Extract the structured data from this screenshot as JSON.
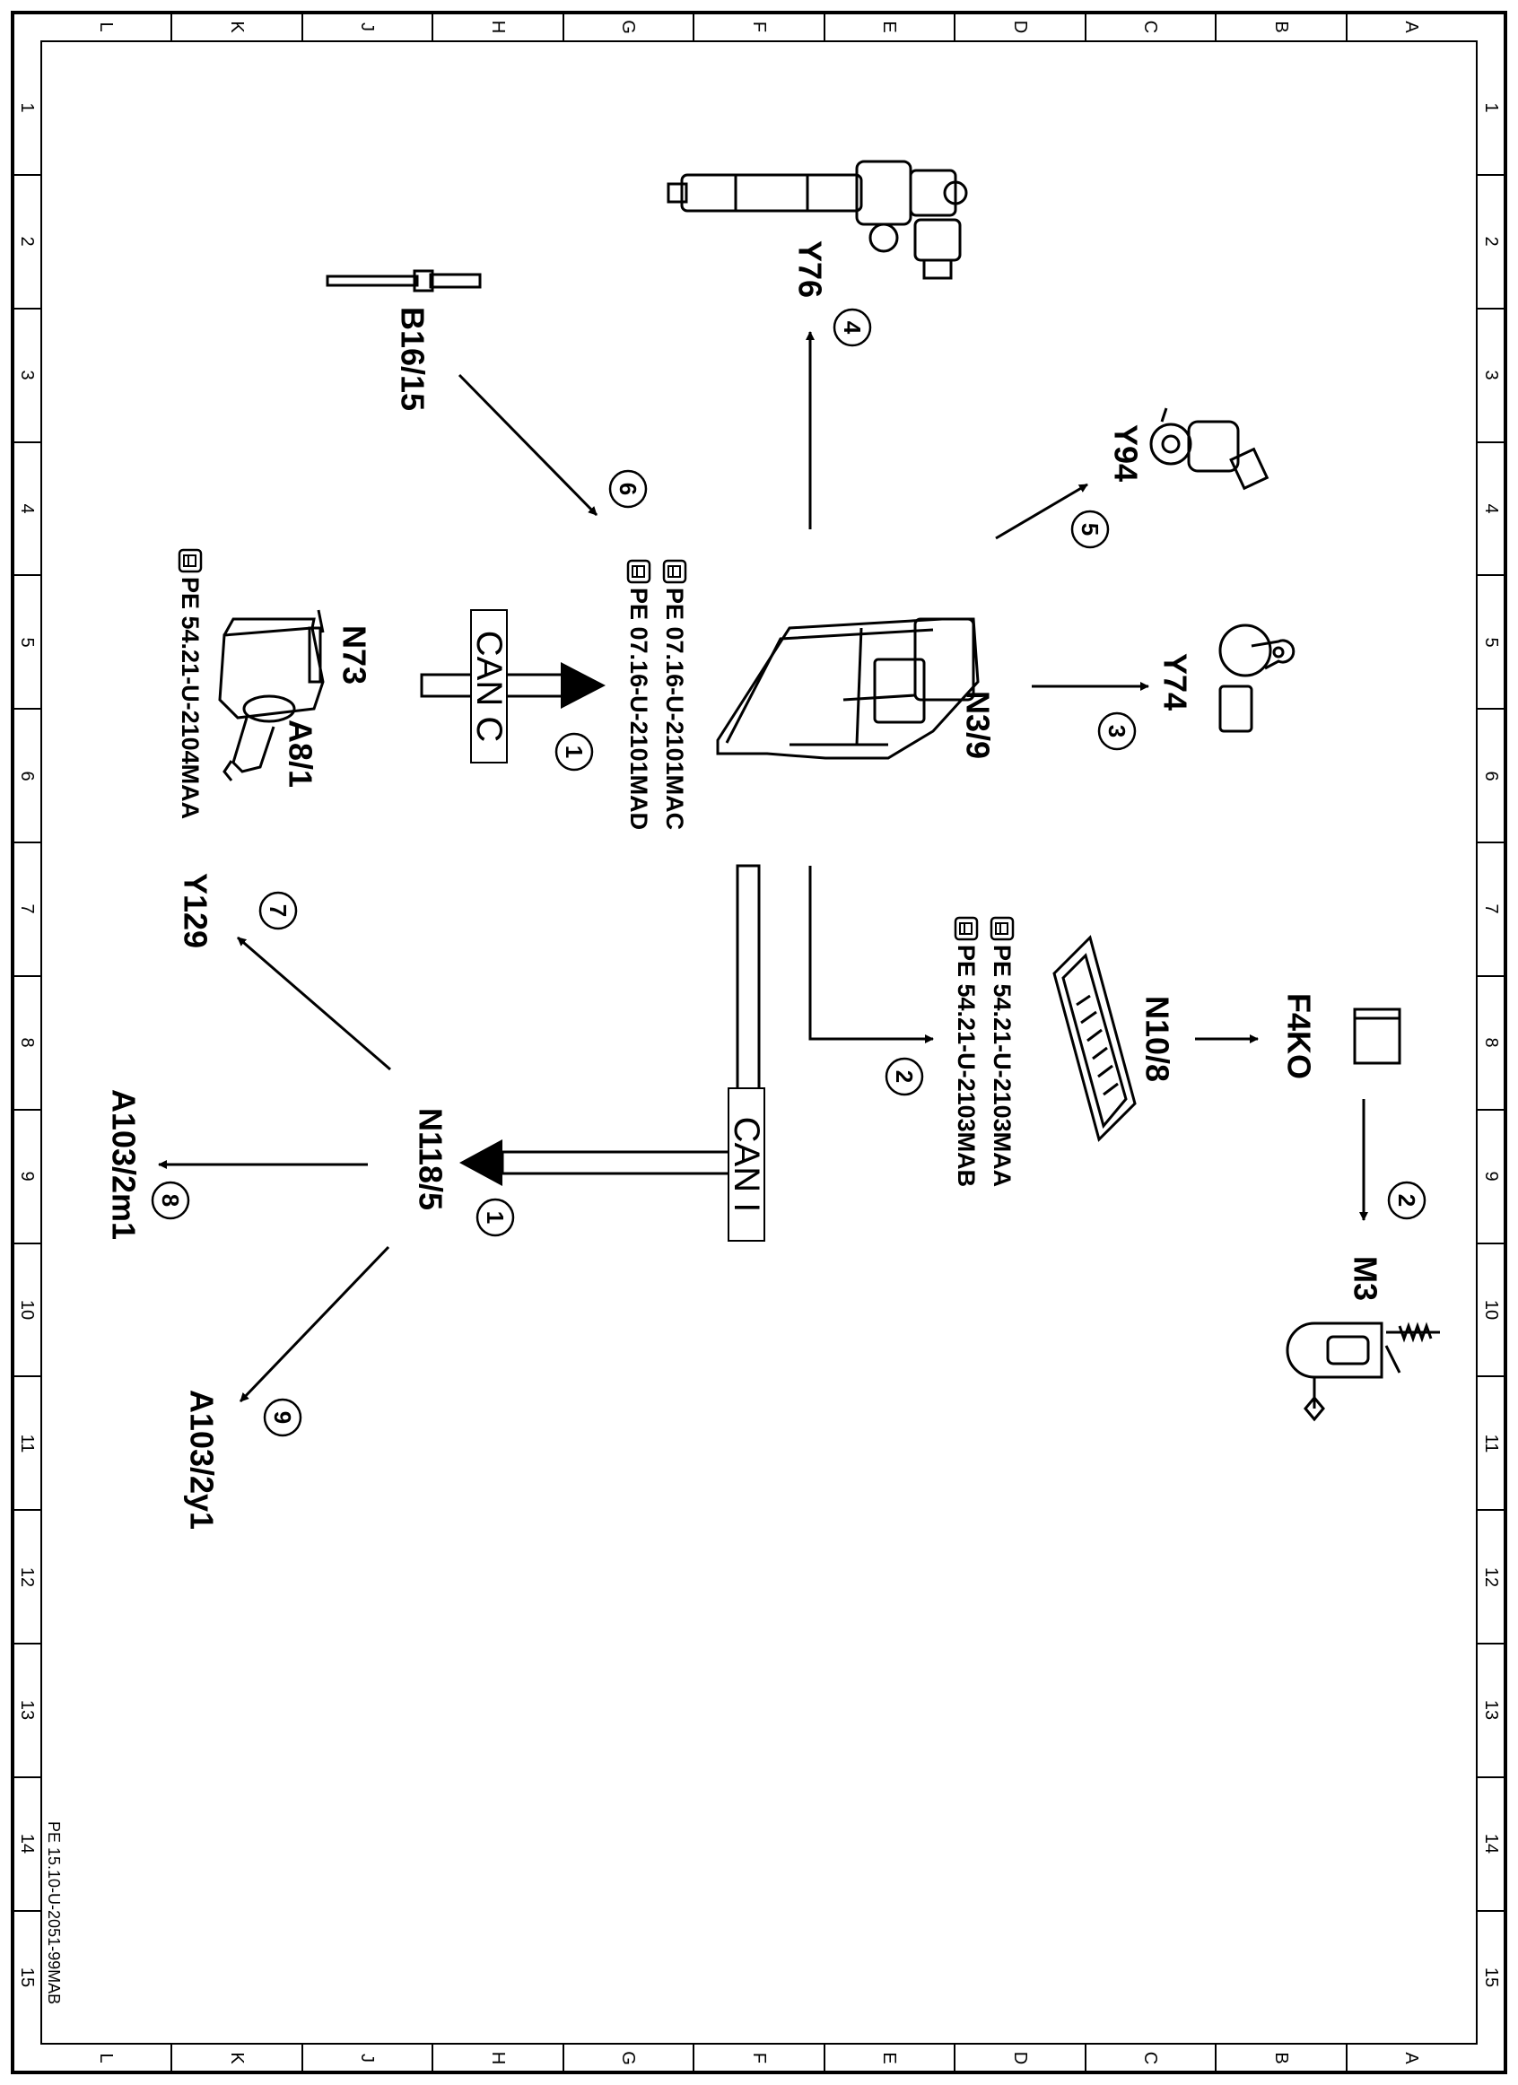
{
  "grid": {
    "letters": [
      "L",
      "K",
      "J",
      "H",
      "G",
      "F",
      "E",
      "D",
      "C",
      "B",
      "A"
    ],
    "numbers": [
      "1",
      "2",
      "3",
      "4",
      "5",
      "6",
      "7",
      "8",
      "9",
      "10",
      "11",
      "12",
      "13",
      "14",
      "15"
    ]
  },
  "components": {
    "y76": "Y76",
    "b16_15": "B16/15",
    "y94": "Y94",
    "y74": "Y74",
    "n3_9": "N3/9",
    "n73": "N73",
    "a8_1": "A8/1",
    "y129": "Y129",
    "n10_8": "N10/8",
    "f4k0": "F4KO",
    "m3": "M3",
    "n118_5": "N118/5",
    "a103_2m1": "A103/2m1",
    "a103_2y1": "A103/2y1"
  },
  "references": {
    "n3_9_ref1": "PE  07.16-U-2101MAC",
    "n3_9_ref2": "PE  07.16-U-2101MAD",
    "n73_ref": "PE  54.21-U-2104MAA",
    "n10_8_ref1": "PE  54.21-U-2103MAA",
    "n10_8_ref2": "PE  54.21-U-2103MAB"
  },
  "buses": {
    "can_c": "CAN C",
    "can_i": "CAN I"
  },
  "markers": {
    "m1_can_c": "1",
    "m1_can_i": "1",
    "m2_n10_8": "2",
    "m2_m3": "2",
    "m3": "3",
    "m4": "4",
    "m5": "5",
    "m6": "6",
    "m7": "7",
    "m8": "8",
    "m9": "9"
  },
  "footer": {
    "doc_ref": "PE 15.10-U-2051-99MAB"
  }
}
